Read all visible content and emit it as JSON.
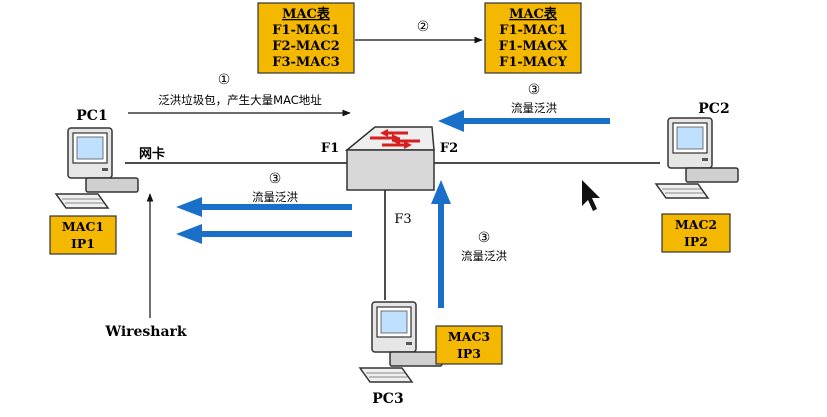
{
  "mac_table_before": {
    "title": "MAC表",
    "rows": [
      "F1-MAC1",
      "F2-MAC2",
      "F3-MAC3"
    ]
  },
  "mac_table_after": {
    "title": "MAC表",
    "rows": [
      "F1-MAC1",
      "F1-MACX",
      "F1-MACY"
    ]
  },
  "steps": {
    "step1_marker": "①",
    "step1_text": "泛洪垃圾包，产生大量MAC地址",
    "step2_marker": "②",
    "step3_marker": "③",
    "flood_text": "流量泛洪"
  },
  "switch_ports": {
    "f1": "F1",
    "f2": "F2",
    "f3": "F3"
  },
  "pc1": {
    "name": "PC1",
    "nic": "网卡",
    "mac": "MAC1",
    "ip": "IP1"
  },
  "pc2": {
    "name": "PC2",
    "mac": "MAC2",
    "ip": "IP2"
  },
  "pc3": {
    "name": "PC3",
    "mac": "MAC3",
    "ip": "IP3"
  },
  "wireshark": "Wireshark",
  "colors": {
    "box_fill": "#f5b800",
    "box_border": "#333333",
    "flood_arrow": "#1a6fc9",
    "line": "#111111",
    "switch_body": "#d8d8d8"
  }
}
